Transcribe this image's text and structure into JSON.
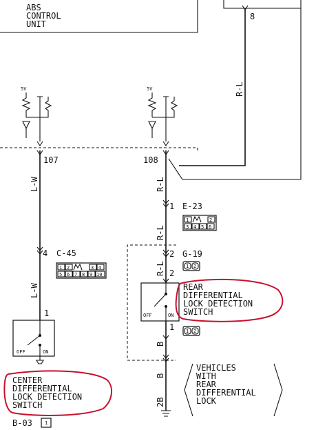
{
  "abs_unit": {
    "line1": "ABS",
    "line2": "CONTROL",
    "line3": "UNIT"
  },
  "supply_label": "5V",
  "top_pin": "8",
  "terminals": {
    "left": "107",
    "right": "108"
  },
  "wires": {
    "top_right": "R-L",
    "left_upper": "L-W",
    "left_lower": "L-W",
    "right_1": "R-L",
    "right_2": "R-L",
    "right_3": "R-L",
    "right_4": "B",
    "right_5": "B",
    "right_6": "2B"
  },
  "connectors": {
    "e23": {
      "id": "E-23",
      "pin": "1",
      "cells": [
        "1",
        "2",
        "3",
        "4",
        "5",
        "6"
      ]
    },
    "c45": {
      "id": "C-45",
      "pin": "4",
      "cells": [
        "1",
        "2",
        "3",
        "4",
        "5",
        "6",
        "7",
        "8",
        "9",
        "10"
      ]
    },
    "g19": {
      "id": "G-19",
      "pin_top": "2",
      "pin_bottom": "2",
      "cells": [
        "1",
        "2"
      ]
    },
    "b03": {
      "id": "B-03",
      "cell": "1"
    }
  },
  "pins": {
    "center_switch": "1",
    "rear_switch_bottom": "1"
  },
  "switch_states": {
    "off": "OFF",
    "on": "ON"
  },
  "rear_switch_label": [
    "REAR",
    "DIFFERENTIAL",
    "LOCK DETECTION",
    "SWITCH"
  ],
  "center_switch_label": [
    "CENTER",
    "DIFFERENTIAL",
    "LOCK DETECTION",
    "SWITCH"
  ],
  "vehicles_note": [
    "VEHICLES",
    "WITH",
    "REAR",
    "DIFFERENTIAL",
    "LOCK"
  ],
  "colors": {
    "annotation": "#c8102e",
    "line": "#111111"
  }
}
